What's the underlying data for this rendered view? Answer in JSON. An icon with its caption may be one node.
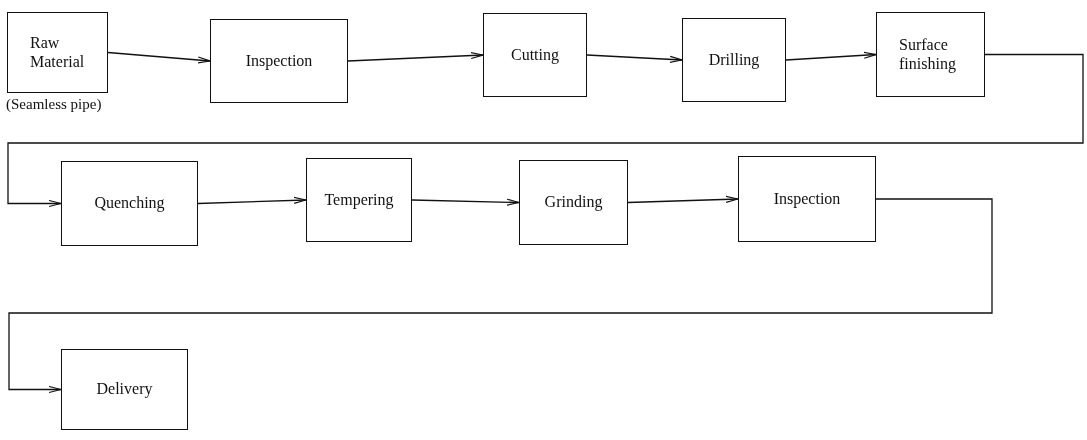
{
  "diagram": {
    "nodes": [
      {
        "text": [
          "Raw Material"
        ],
        "beside": [
          "(Seamless pipe)"
        ]
      },
      {
        "text": [
          "Inspection"
        ]
      },
      {
        "text": [
          "Cutting"
        ]
      },
      {
        "text": [
          "Drilling"
        ]
      },
      {
        "text": [
          "Surface finishing"
        ]
      },
      {
        "text": [
          "Quenching"
        ]
      },
      {
        "text": [
          "Tempering"
        ]
      },
      {
        "text": [
          "Grinding"
        ]
      },
      {
        "text": [
          "Inspection"
        ]
      },
      {
        "text": [
          "Delivery"
        ]
      }
    ],
    "edges": [
      {
        "from": 0,
        "to": 1,
        "arrow": "to"
      },
      {
        "from": 1,
        "to": 2,
        "arrow": "to"
      },
      {
        "from": 2,
        "to": 3,
        "arrow": "to"
      },
      {
        "from": 3,
        "to": 4,
        "arrow": "to"
      },
      {
        "from": 4,
        "to": 5,
        "arrow": "to"
      },
      {
        "from": 5,
        "to": 6,
        "arrow": "to"
      },
      {
        "from": 6,
        "to": 7,
        "arrow": "to"
      },
      {
        "from": 7,
        "to": 8,
        "arrow": "to"
      },
      {
        "from": 8,
        "to": 9,
        "arrow": "to"
      }
    ]
  }
}
